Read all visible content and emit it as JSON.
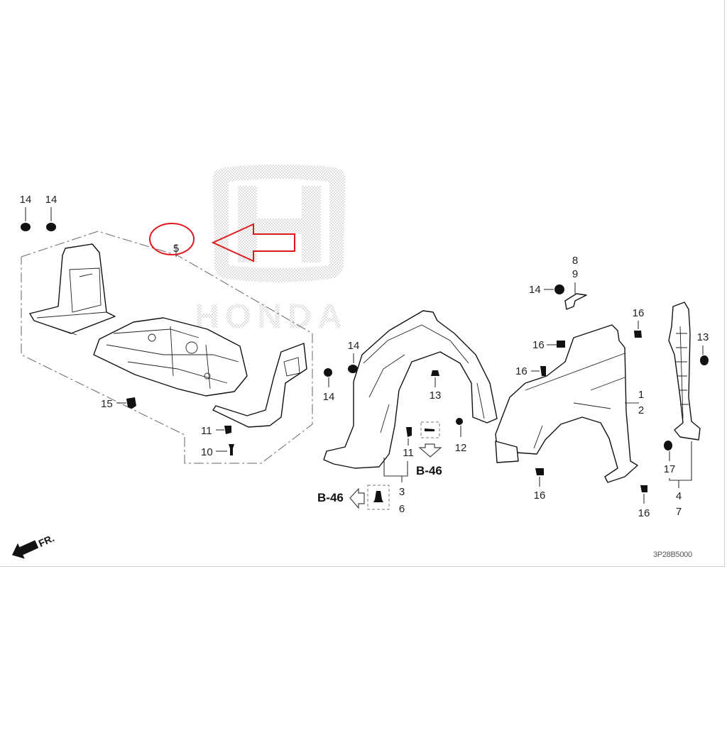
{
  "diagram": {
    "brand_watermark": "HONDA",
    "diagram_code": "3P28B5000",
    "front_indicator": "FR.",
    "highlight_color": "#e0191e",
    "highlighted_part": "5",
    "callouts": {
      "c14_a": "14",
      "c14_b": "14",
      "c5": "5",
      "c15": "15",
      "c11_a": "11",
      "c10": "10",
      "c14_c": "14",
      "c14_d": "14",
      "c13_a": "13",
      "c11_b": "11",
      "c12": "12",
      "c3": "3",
      "c6": "6",
      "c8": "8",
      "c9": "9",
      "c14_e": "14",
      "c16_a": "16",
      "c16_b": "16",
      "c16_c": "16",
      "c16_d": "16",
      "c16_e": "16",
      "c1": "1",
      "c2": "2",
      "c13_b": "13",
      "c17": "17",
      "c4": "4",
      "c7": "7"
    },
    "refs": {
      "b46_right": "B-46",
      "b46_left": "B-46"
    }
  }
}
